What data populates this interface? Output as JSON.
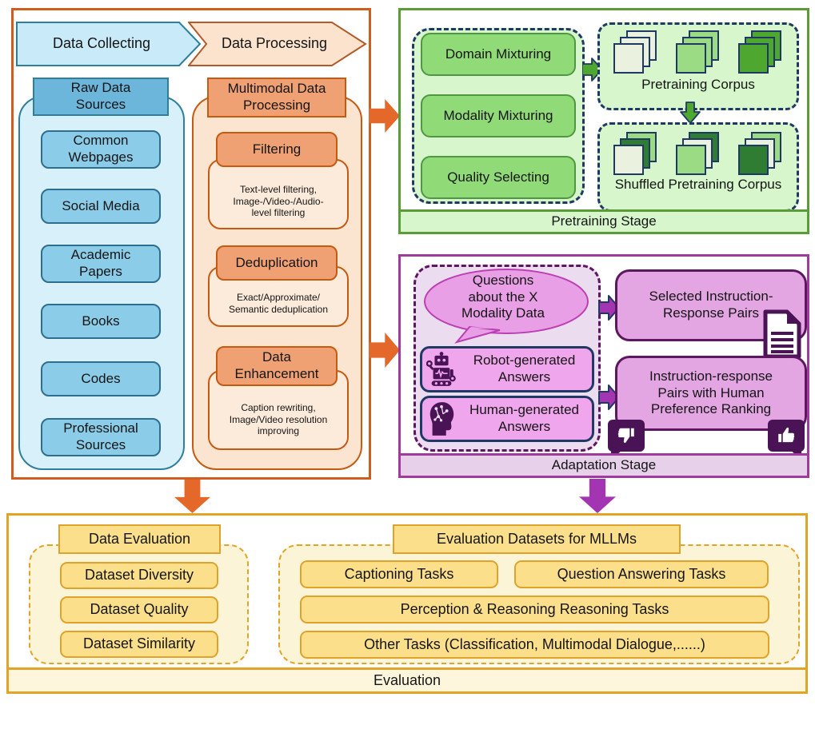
{
  "banner": {
    "collecting": "Data Collecting",
    "processing": "Data Processing"
  },
  "raw_data": {
    "title": "Raw Data\nSources",
    "items": [
      "Common\nWebpages",
      "Social Media",
      "Academic\nPapers",
      "Books",
      "Codes",
      "Professional\nSources"
    ]
  },
  "processing": {
    "title": "Multimodal Data\nProcessing",
    "steps": [
      {
        "title": "Filtering",
        "desc": "Text-level filtering,\nImage-/Video-/Audio-\nlevel filtering"
      },
      {
        "title": "Deduplication",
        "desc": "Exact/Approximate/\nSemantic deduplication"
      },
      {
        "title": "Data\nEnhancement",
        "desc": "Caption rewriting,\nImage/Video resolution\nimproving"
      }
    ]
  },
  "pretraining": {
    "stage_label": "Pretraining Stage",
    "steps": [
      "Domain Mixturing",
      "Modality Mixturing",
      "Quality Selecting"
    ],
    "corpus_label": "Pretraining Corpus",
    "shuffled_label": "Shuffled Pretraining Corpus"
  },
  "adaptation": {
    "stage_label": "Adaptation Stage",
    "question_bubble": "Questions\nabout the X\nModality Data",
    "robot_answers": "Robot-generated\nAnswers",
    "human_answers": "Human-generated\nAnswers",
    "selected_pairs": "Selected Instruction-\nResponse Pairs",
    "preference_pairs": "Instruction-response\nPairs with Human\nPreference Ranking"
  },
  "evaluation": {
    "stage_label": "Evaluation",
    "data_evaluation": {
      "title": "Data Evaluation",
      "items": [
        "Dataset Diversity",
        "Dataset Quality",
        "Dataset Similarity"
      ]
    },
    "datasets": {
      "title": "Evaluation Datasets for MLLMs",
      "tasks_row1": [
        "Captioning Tasks",
        "Question Answering Tasks"
      ],
      "tasks_row2": "Perception & Reasoning Reasoning Tasks",
      "tasks_row3": "Other Tasks (Classification, Multimodal Dialogue,......)"
    }
  },
  "colors": {
    "orange_border": "#C55A11",
    "orange_arrow": "#E5682B",
    "blue_border": "#2E7E9E",
    "green_border": "#5B9B38",
    "purple_border": "#A03B9E",
    "magenta_arrow": "#A335B2",
    "gold_border": "#E0A526",
    "icon_dark_purple": "#4A1355",
    "navy_dash": "#1F3864"
  }
}
